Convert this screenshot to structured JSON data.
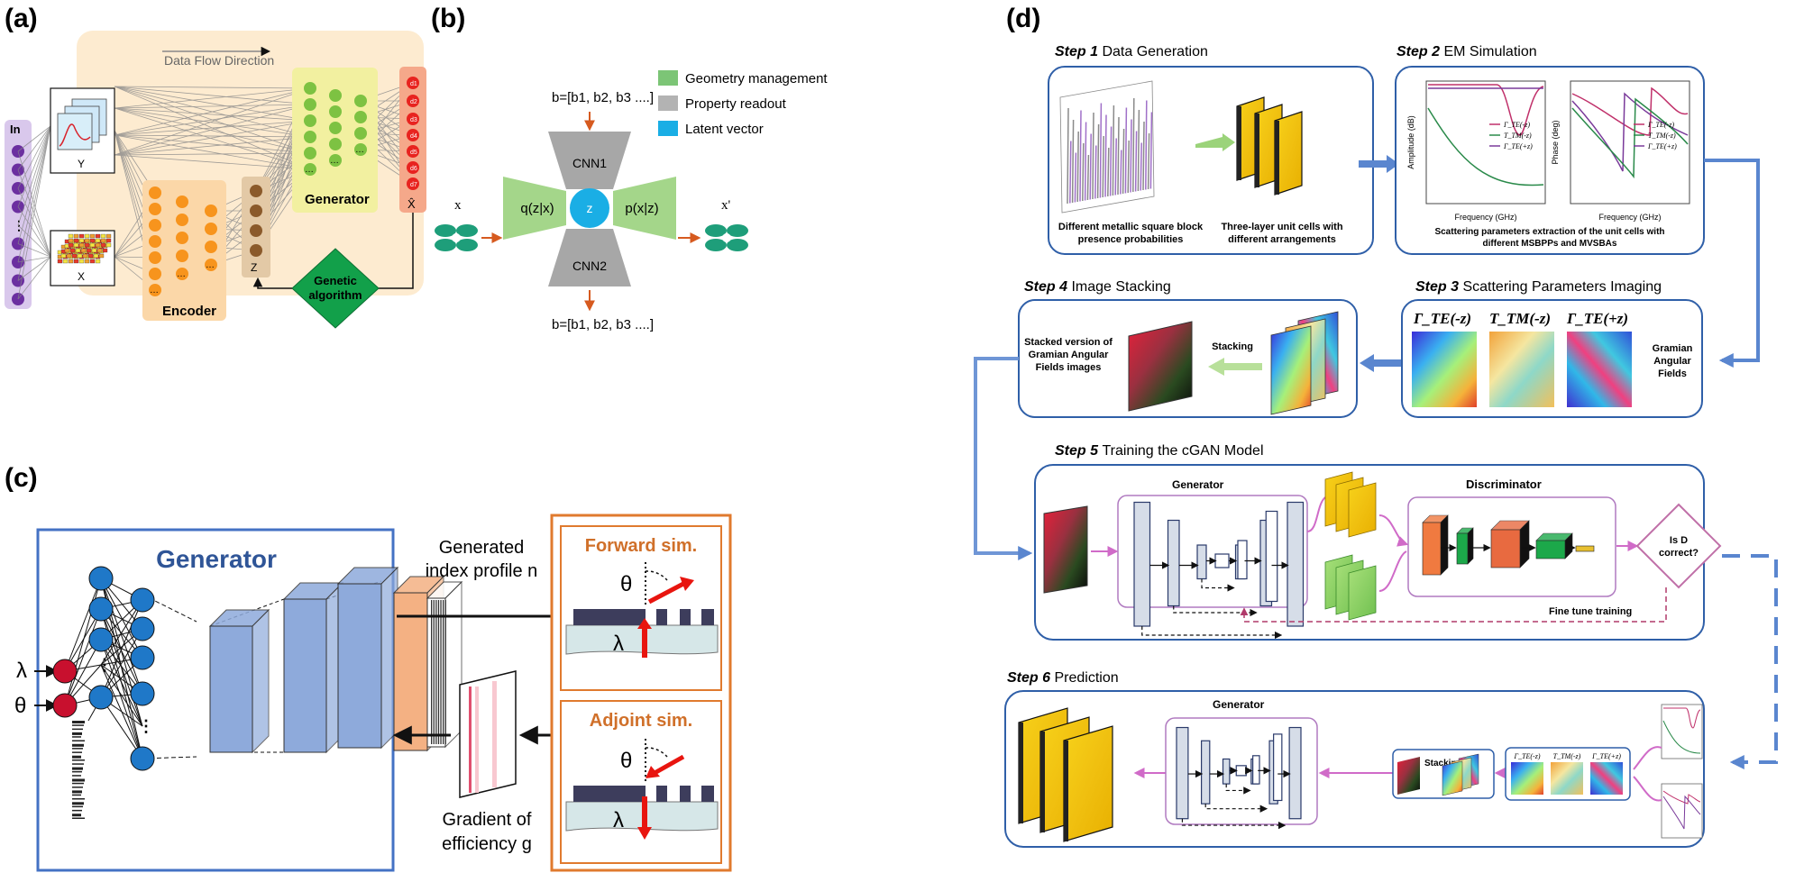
{
  "panels": {
    "a": {
      "label": "(a)",
      "flow_label": "Data Flow Direction",
      "input_label": "In",
      "y_label": "Y",
      "x_label": "X",
      "encoder_label": "Encoder",
      "z_label": "Z",
      "generator_label": "Generator",
      "xhat_label": "X̂",
      "ga_line1": "Genetic",
      "ga_line2": "algorithm",
      "d_nodes": [
        "d1",
        "d2",
        "d3",
        "d4",
        "d5",
        "d6",
        "d7"
      ]
    },
    "b": {
      "label": "(b)",
      "b_top": "b=[b1, b2, b3 ....]",
      "b_bottom": "b=[b1, b2, b3 ....]",
      "cnn1": "CNN1",
      "cnn2": "CNN2",
      "q_label": "q(z|x)",
      "p_label": "p(x|z)",
      "z_label": "z",
      "x_in": "x",
      "x_out": "x'",
      "legend": [
        {
          "label": "Geometry management",
          "color": "#7cc576"
        },
        {
          "label": "Property readout",
          "color": "#b3b3b3"
        },
        {
          "label": "Latent vector",
          "color": "#1aaee5"
        }
      ]
    },
    "c": {
      "label": "(c)",
      "generator_title": "Generator",
      "lambda": "λ",
      "theta": "θ",
      "generated_line1": "Generated",
      "generated_line2": "index profile n",
      "gradient_line1": "Gradient of",
      "gradient_line2": "efficiency g",
      "forward": "Forward sim.",
      "adjoint": "Adjoint sim."
    },
    "d": {
      "label": "(d)",
      "step1": {
        "num": "Step 1",
        "title": "Data Generation",
        "caption_left1": "Different metallic square block",
        "caption_left2": "presence probabilities",
        "caption_right1": "Three-layer unit cells with",
        "caption_right2": "different arrangements"
      },
      "step2": {
        "num": "Step 2",
        "title": "EM Simulation",
        "amp_ylabel": "Amplitude (dB)",
        "phase_ylabel": "Phase (deg)",
        "xlabel": "Frequency (GHz)",
        "legend": [
          "Γ_TE(-z)",
          "T_TM(-z)",
          "Γ_TE(+z)"
        ],
        "caption1": "Scattering parameters extraction of the unit cells with",
        "caption2": "different MSBPPs and MVSBAs"
      },
      "step3": {
        "num": "Step 3",
        "title": "Scattering Parameters Imaging",
        "img_labels": [
          "Γ_TE(-z)",
          "T_TM(-z)",
          "Γ_TE(+z)"
        ],
        "side1": "Gramian",
        "side2": "Angular",
        "side3": "Fields"
      },
      "step4": {
        "num": "Step 4",
        "title": "Image Stacking",
        "left1": "Stacked version of",
        "left2": "Gramian Angular",
        "left3": "Fields images",
        "stacking": "Stacking"
      },
      "step5": {
        "num": "Step 5",
        "title": "Training the cGAN Model",
        "generator": "Generator",
        "discriminator": "Discriminator",
        "isd1": "Is D",
        "isd2": "correct?",
        "finetune": "Fine tune training"
      },
      "step6": {
        "num": "Step 6",
        "title": "Prediction",
        "generator": "Generator",
        "stacking": "Stacking"
      }
    }
  },
  "colors": {
    "step_border": "#2f5fa8",
    "purple_node": "#6b2fa0",
    "green_node": "#7dc242",
    "orange_node": "#f7941d",
    "red_node": "#e8231f",
    "brown_node": "#8b5a2b",
    "blue_node": "#1f78c8",
    "orange_accent": "#e07a2e"
  }
}
